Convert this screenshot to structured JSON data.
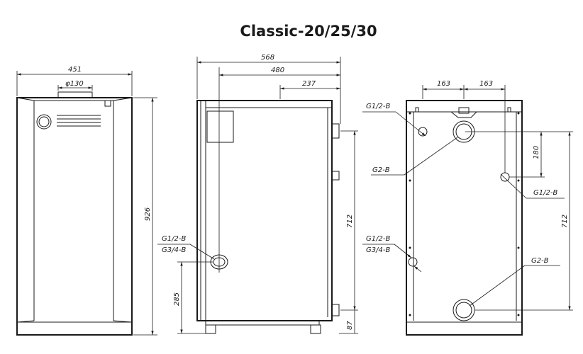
{
  "title": "Classic-20/25/30",
  "front_view": {
    "width_dim": "451",
    "flue_dim": "φ130",
    "height_dim": "926"
  },
  "side_view": {
    "depth_dim": "568",
    "dim_480": "480",
    "dim_237": "237",
    "connection_label_1": "G1/2-B",
    "connection_label_2": "G3/4-B",
    "dim_712": "712",
    "dim_285": "285",
    "dim_87": "87"
  },
  "rear_view": {
    "dim_163_left": "163",
    "dim_163_right": "163",
    "label_g12_top": "G1/2-B",
    "label_g2_top": "G2-B",
    "dim_180": "180",
    "label_g12_right": "G1/2-B",
    "label_g12_lower": "G1/2-B",
    "label_g34_lower": "G3/4-B",
    "label_g2_bottom": "G2-B",
    "dim_712": "712"
  }
}
